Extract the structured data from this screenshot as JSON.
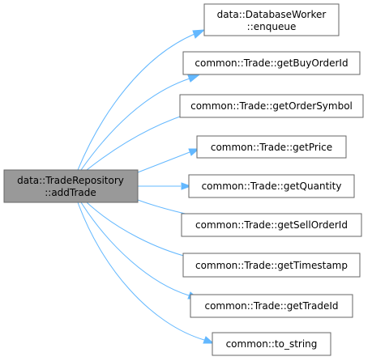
{
  "graph": {
    "root": {
      "line1": "data::TradeRepository",
      "line2": "::addTrade"
    },
    "callees": [
      {
        "line1": "data::DatabaseWorker",
        "line2": "::enqueue"
      },
      {
        "line1": "common::Trade::getBuyOrderId"
      },
      {
        "line1": "common::Trade::getOrderSymbol"
      },
      {
        "line1": "common::Trade::getPrice"
      },
      {
        "line1": "common::Trade::getQuantity"
      },
      {
        "line1": "common::Trade::getSellOrderId"
      },
      {
        "line1": "common::Trade::getTimestamp"
      },
      {
        "line1": "common::Trade::getTradeId"
      },
      {
        "line1": "common::to_string"
      }
    ],
    "colors": {
      "edge": "#63b8ff",
      "root_fill": "#999999",
      "node_fill": "#ffffff",
      "node_stroke": "#666666"
    }
  }
}
